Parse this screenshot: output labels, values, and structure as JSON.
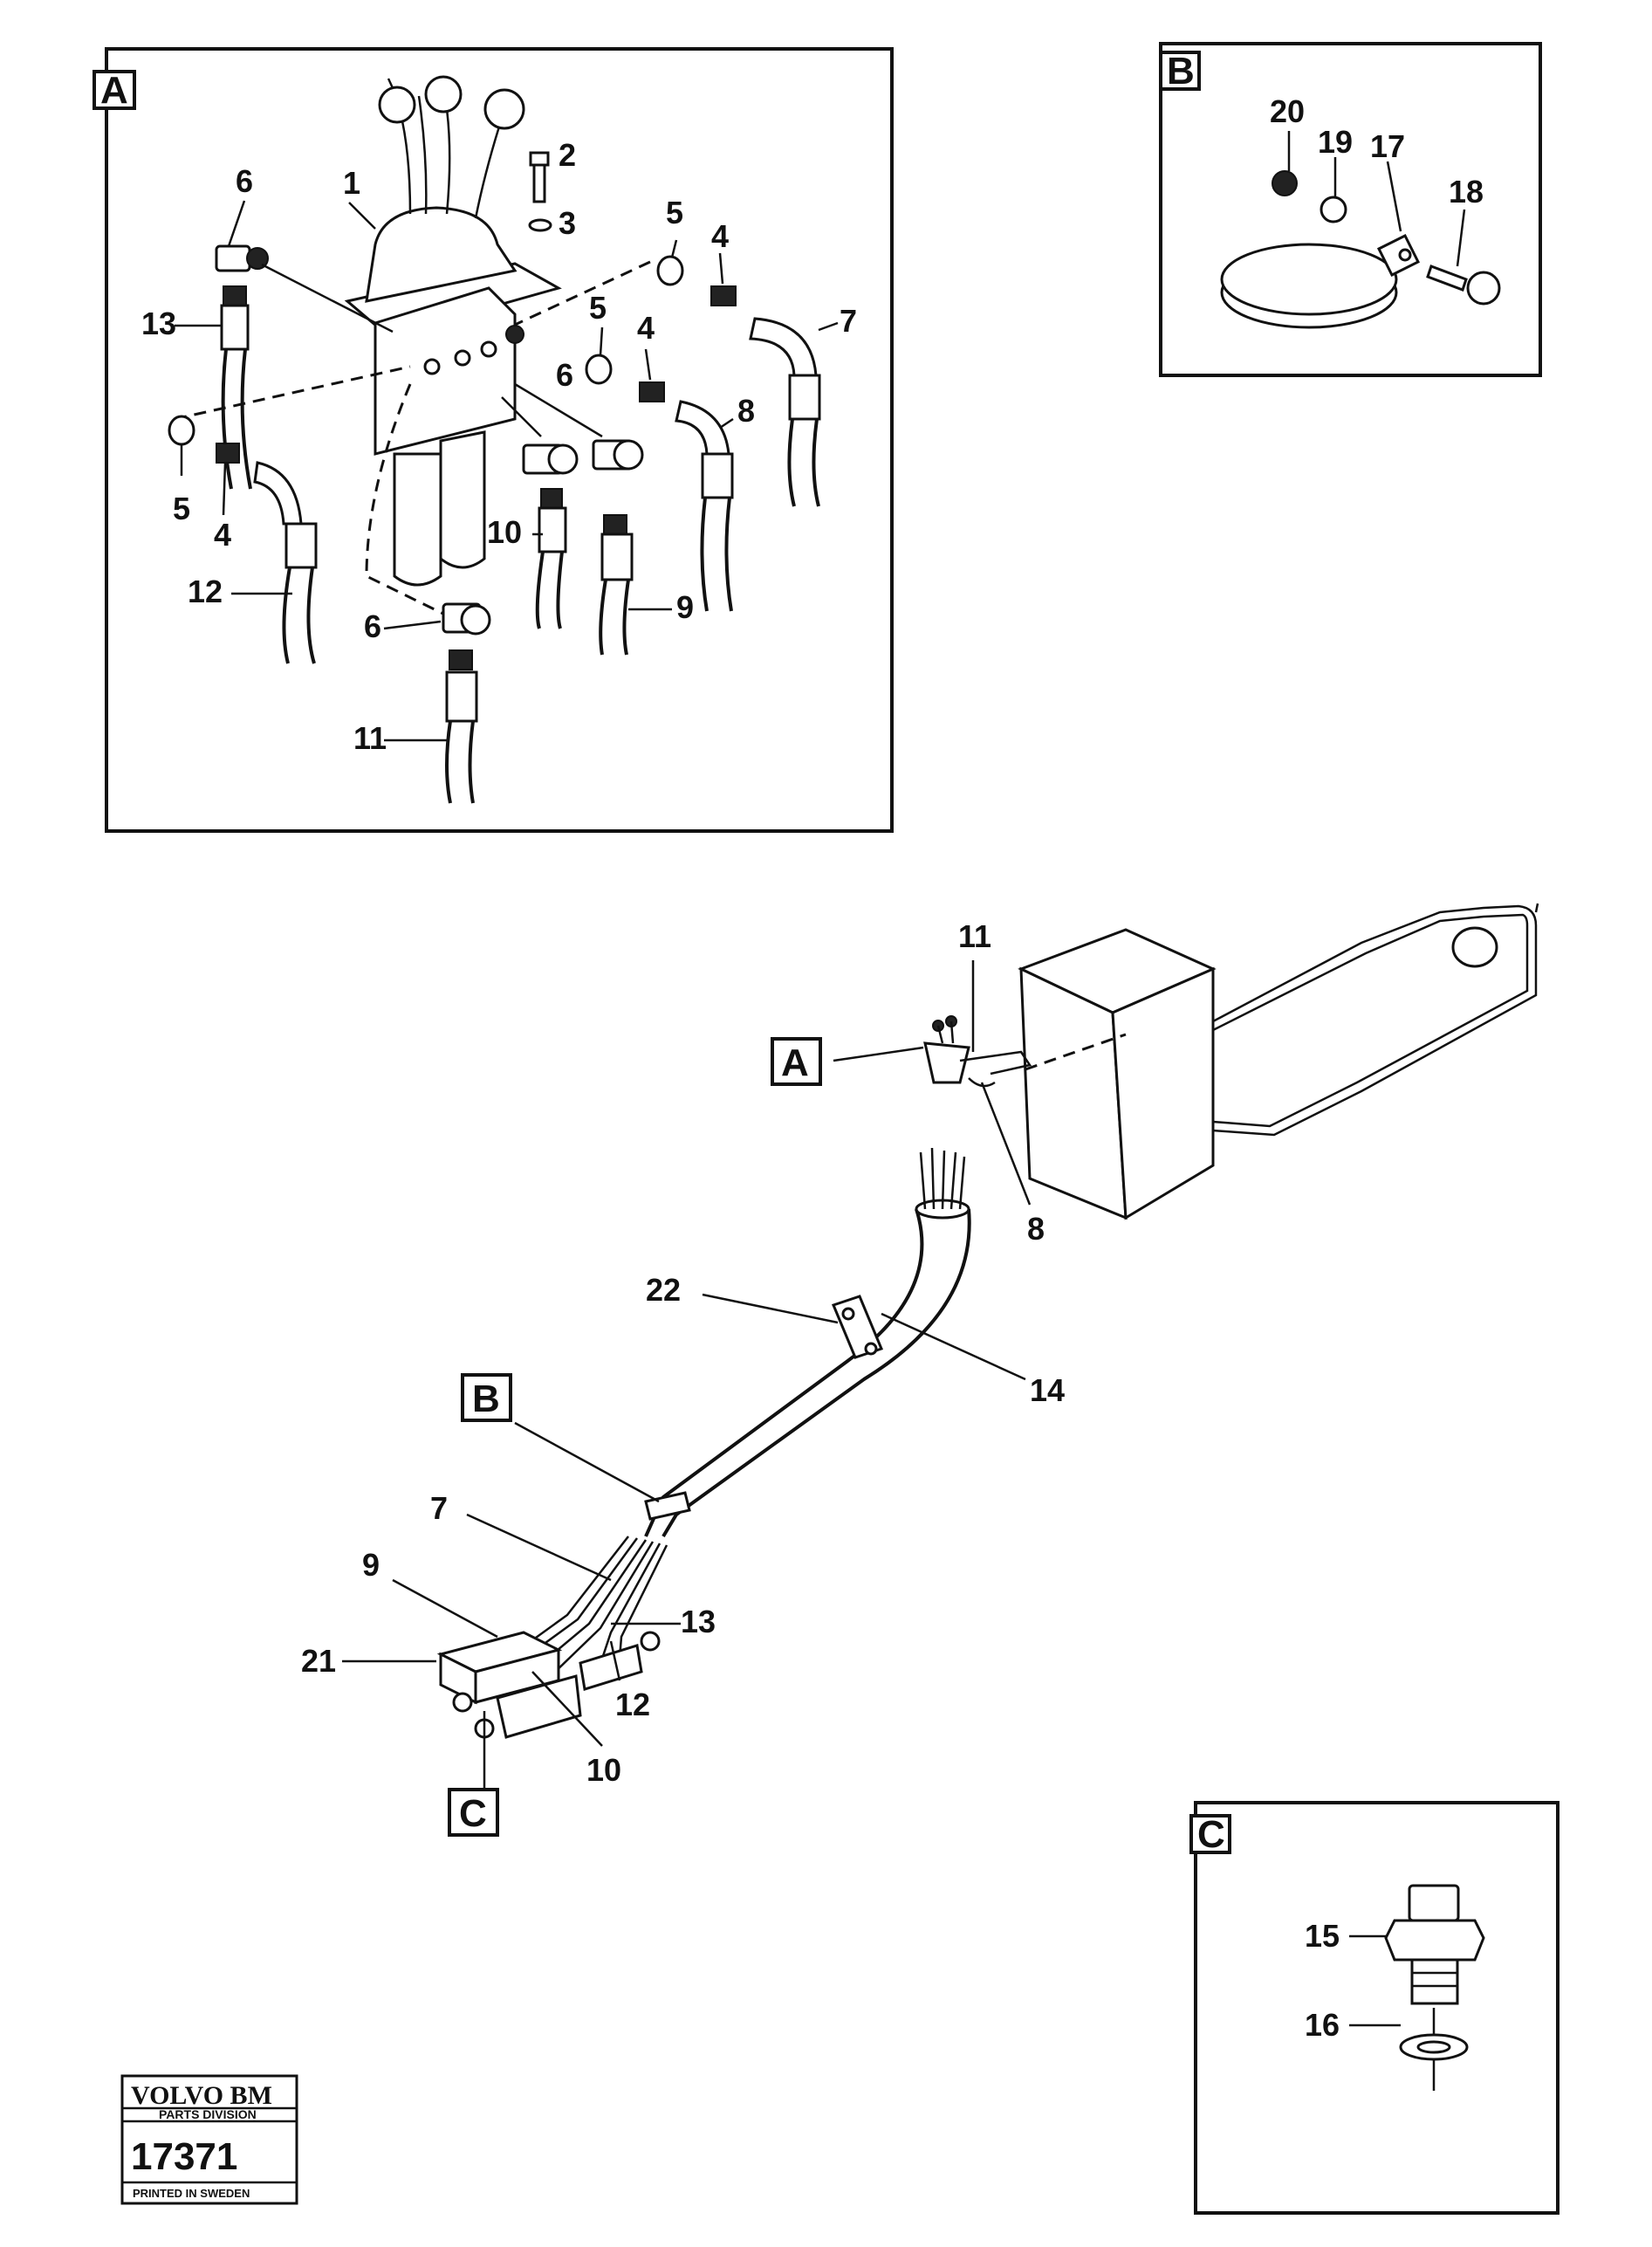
{
  "panels": {
    "A": {
      "letter": "A",
      "labels": [
        "1",
        "2",
        "3",
        "4",
        "5",
        "6",
        "7",
        "8",
        "9",
        "10",
        "11",
        "12",
        "13"
      ],
      "extra_labels": {
        "six_b": "6",
        "six_c": "6",
        "five_b": "5",
        "five_c": "5",
        "four_b": "4",
        "four_c": "4"
      }
    },
    "B": {
      "letter": "B",
      "labels": [
        "17",
        "18",
        "19",
        "20"
      ]
    },
    "C": {
      "letter": "C",
      "labels": [
        "15",
        "16"
      ]
    }
  },
  "main": {
    "callouts": {
      "A": "A",
      "B": "B",
      "C": "C"
    },
    "labels": {
      "l7": "7",
      "l8": "8",
      "l9": "9",
      "l10": "10",
      "l11": "11",
      "l12": "12",
      "l13": "13",
      "l14": "14",
      "l21": "21",
      "l22": "22"
    }
  },
  "logo": {
    "brand": "VOLVO BM",
    "division": "PARTS DIVISION",
    "number": "17371",
    "footer": "PRINTED IN SWEDEN"
  }
}
